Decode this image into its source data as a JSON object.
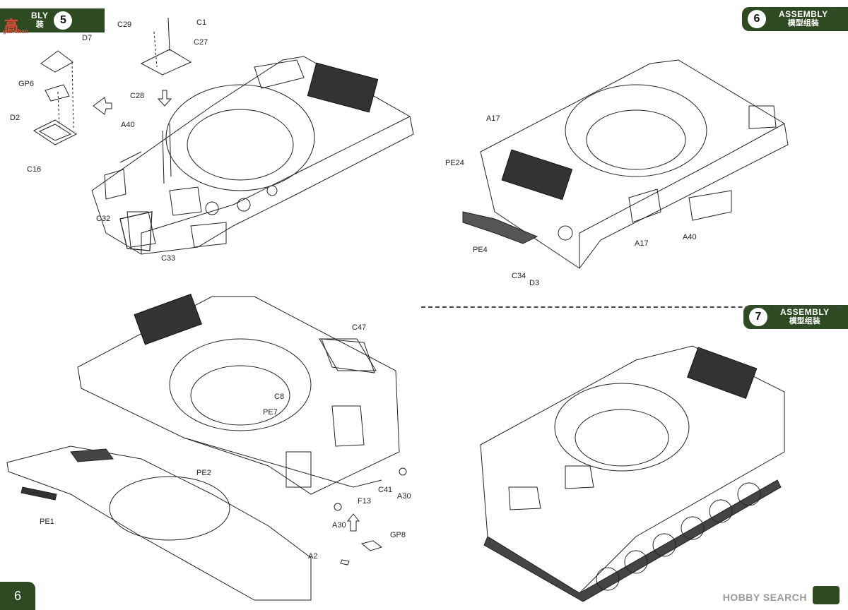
{
  "steps": [
    {
      "number": "5",
      "title_en": "BLY",
      "title_zh": "装"
    },
    {
      "number": "6",
      "title_en": "ASSEMBLY",
      "title_zh": "模型组装"
    },
    {
      "number": "7",
      "title_en": "ASSEMBLY",
      "title_zh": "模型组装"
    }
  ],
  "page_number": "6",
  "watermark_left": "高",
  "watermark_site": "gao-shan",
  "watermark_right": "HOBBY SEARCH",
  "labels": {
    "D7": "D7",
    "GP6": "GP6",
    "D2": "D2",
    "C16": "C16",
    "C29": "C29",
    "C1": "C1",
    "C27": "C27",
    "C28": "C28",
    "A40a": "A40",
    "C32": "C32",
    "C33": "C33",
    "A17a": "A17",
    "PE24": "PE24",
    "PE4": "PE4",
    "A17b": "A17",
    "C34": "C34",
    "D3": "D3",
    "A40b": "A40",
    "C47": "C47",
    "C8": "C8",
    "PE7": "PE7",
    "PE2": "PE2",
    "C41": "C41",
    "A30a": "A30",
    "F13": "F13",
    "A30b": "A30",
    "PE1": "PE1",
    "A2": "A2",
    "GP8": "GP8"
  }
}
